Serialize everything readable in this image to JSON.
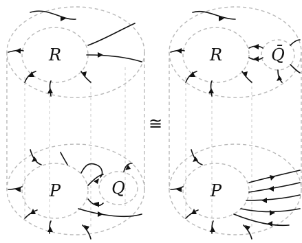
{
  "left_diagram": {
    "top_disk_label": "R",
    "bottom_disk_label": "P",
    "bottom_small_disk_label": "Q"
  },
  "relation_symbol": "≅",
  "right_diagram": {
    "top_disk_label": "R",
    "top_small_disk_label": "Q̄",
    "bottom_disk_label": "P"
  }
}
